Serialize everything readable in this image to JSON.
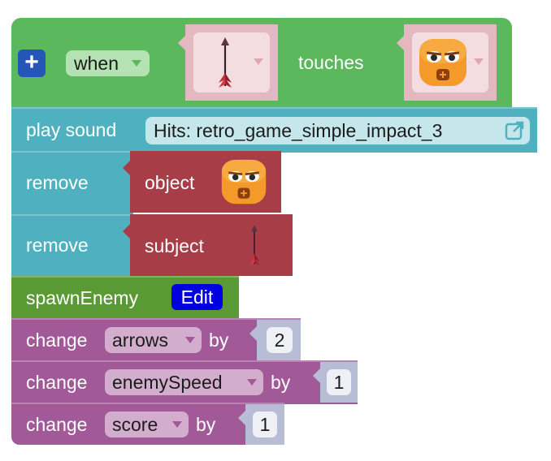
{
  "hat": {
    "when": "when",
    "touches": "touches"
  },
  "sound": {
    "label": "play sound",
    "value": "Hits: retro_game_simple_impact_3"
  },
  "remove1": {
    "label": "remove",
    "target": "object"
  },
  "remove2": {
    "label": "remove",
    "target": "subject"
  },
  "spawn": {
    "label": "spawnEnemy",
    "edit": "Edit"
  },
  "change1": {
    "label": "change",
    "var": "arrows",
    "by": "by",
    "value": "2"
  },
  "change2": {
    "label": "change",
    "var": "enemySpeed",
    "by": "by",
    "value": "1"
  },
  "change3": {
    "label": "change",
    "var": "score",
    "by": "by",
    "value": "1"
  },
  "icons": {
    "add": "plus-icon",
    "arrow_sprite": "arrow-sprite-icon",
    "enemy_sprite": "enemy-face-icon",
    "external_link": "external-link-icon"
  },
  "colors": {
    "event": "#5cb85c",
    "sound": "#4fb1c0",
    "object": "#a73e47",
    "procedure": "#5a9a35",
    "variable": "#a15a97",
    "edit": "#0000e0"
  }
}
